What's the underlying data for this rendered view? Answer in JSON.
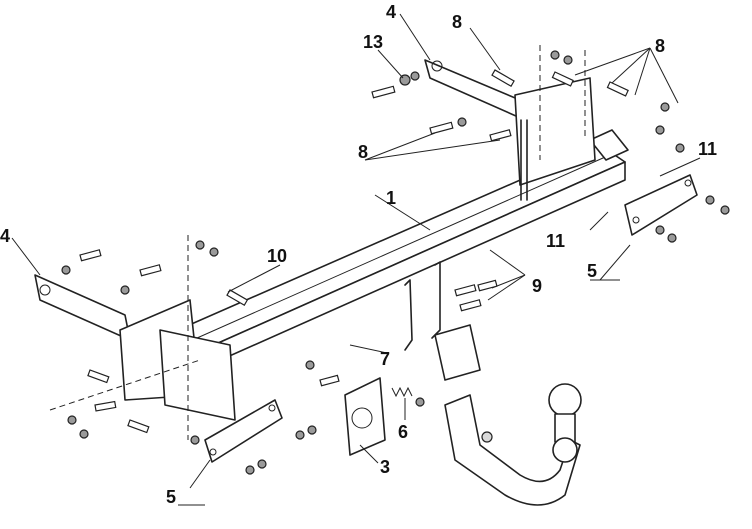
{
  "labels": {
    "n1": "1",
    "n3": "3",
    "n4_top": "4",
    "n4_left": "4",
    "n5_left": "5",
    "n5_right": "5",
    "n6": "6",
    "n7": "7",
    "n8_top": "8",
    "n8_right": "8",
    "n8_left": "8",
    "n9": "9",
    "n10": "10",
    "n11_top": "11",
    "n11_bottom": "11",
    "n13": "13"
  }
}
